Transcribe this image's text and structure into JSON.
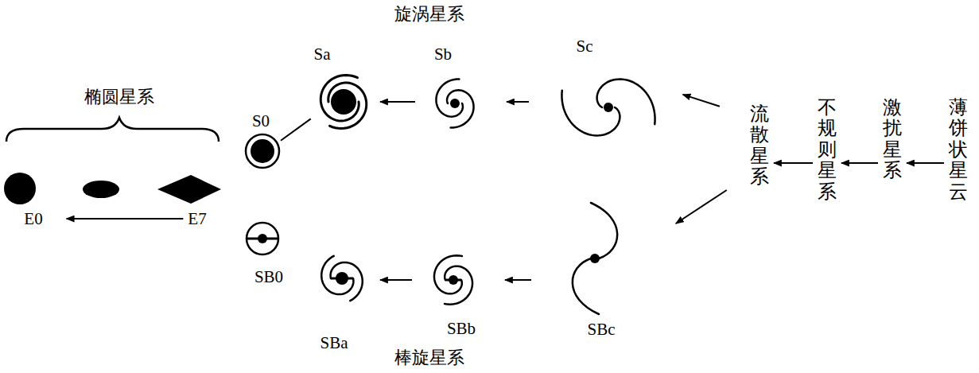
{
  "diagram": {
    "nodes": [
      {
        "text": [
          "薄饼状星云"
        ]
      },
      {
        "text": [
          "激扰星系"
        ]
      },
      {
        "text": [
          "不规则星系"
        ]
      },
      {
        "text": [
          "流散星系"
        ]
      },
      {
        "text": [
          "Sc"
        ]
      },
      {
        "text": [
          "Sb"
        ]
      },
      {
        "text": [
          "Sa"
        ]
      },
      {
        "text": [
          "S0"
        ]
      },
      {
        "text": [
          "SBc"
        ]
      },
      {
        "text": [
          "SBb"
        ]
      },
      {
        "text": [
          "SBa"
        ]
      },
      {
        "text": [
          "SB0"
        ]
      },
      {
        "text": [
          "E7"
        ]
      },
      {
        "text": [
          "E0"
        ]
      }
    ],
    "edges": [
      {
        "from": 0,
        "to": 1,
        "arrow": "to"
      },
      {
        "from": 1,
        "to": 2,
        "arrow": "to"
      },
      {
        "from": 2,
        "to": 3,
        "arrow": "to"
      },
      {
        "from": 3,
        "to": 4,
        "arrow": "to"
      },
      {
        "from": 3,
        "to": 8,
        "arrow": "to"
      },
      {
        "from": 4,
        "to": 5,
        "arrow": "to"
      },
      {
        "from": 5,
        "to": 6,
        "arrow": "to"
      },
      {
        "from": 7,
        "to": 6,
        "arrow": "none"
      },
      {
        "from": 8,
        "to": 9,
        "arrow": "to"
      },
      {
        "from": 9,
        "to": 10,
        "arrow": "to"
      },
      {
        "from": 12,
        "to": 13,
        "arrow": "to"
      }
    ],
    "labels": [
      "旋涡星系",
      "椭圆星系",
      "棒旋星系"
    ]
  }
}
